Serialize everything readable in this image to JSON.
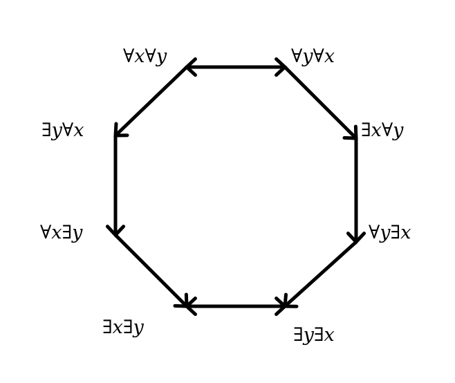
{
  "diagram": {
    "nodes": [
      {
        "id": "AxAy",
        "label": "∀x∀y"
      },
      {
        "id": "AyAx",
        "label": "∀y∀x"
      },
      {
        "id": "ExAy",
        "label": "∃x∀y"
      },
      {
        "id": "AyEx",
        "label": "∀y∃x"
      },
      {
        "id": "EyEx",
        "label": "∃y∃x"
      },
      {
        "id": "ExEy",
        "label": "∃x∃y"
      },
      {
        "id": "AxEy",
        "label": "∀x∃y"
      },
      {
        "id": "EyAx",
        "label": "∃y∀x"
      }
    ],
    "edges": [
      {
        "from": "AxAy",
        "to": "AyAx",
        "type": "bidirectional"
      },
      {
        "from": "AyAx",
        "to": "ExAy",
        "type": "directed"
      },
      {
        "from": "ExAy",
        "to": "AyEx",
        "type": "directed"
      },
      {
        "from": "AyEx",
        "to": "EyEx",
        "type": "directed"
      },
      {
        "from": "EyEx",
        "to": "ExEy",
        "type": "bidirectional"
      },
      {
        "from": "AxEy",
        "to": "ExEy",
        "type": "directed"
      },
      {
        "from": "EyAx",
        "to": "AxEy",
        "type": "directed"
      },
      {
        "from": "AxAy",
        "to": "EyAx",
        "type": "directed"
      }
    ],
    "colors": {
      "stroke": "#000000",
      "background": "#ffffff"
    }
  }
}
